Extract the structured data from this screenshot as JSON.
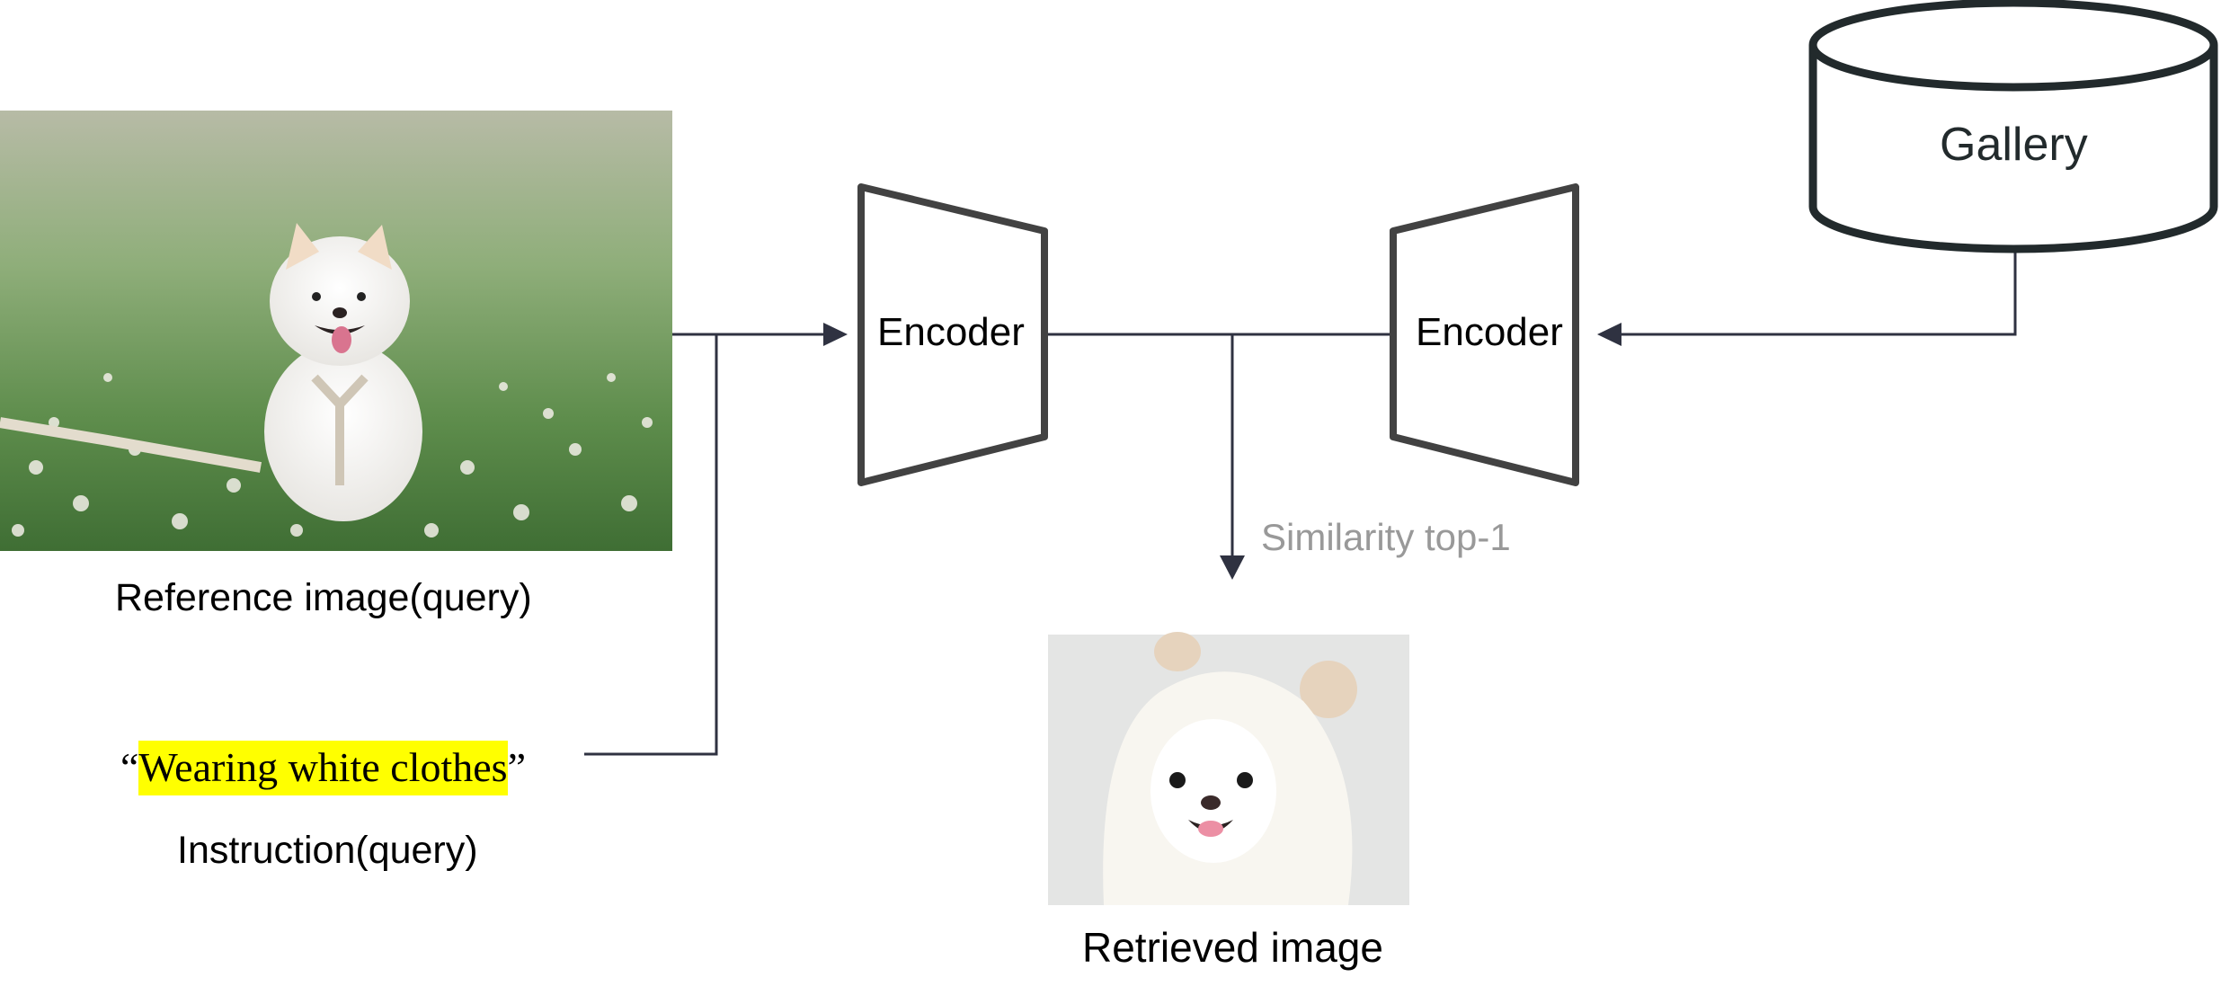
{
  "diagram": {
    "reference_image": {
      "label": "Reference image(query)",
      "description": "White Pomeranian sitting in a field of clover"
    },
    "instruction": {
      "open_quote": "“",
      "text": "Wearing white clothes",
      "close_quote": "”",
      "label": "Instruction(query)",
      "highlight_color": "#ffff00"
    },
    "query_encoder": {
      "label": "Encoder"
    },
    "gallery_encoder": {
      "label": "Encoder"
    },
    "gallery": {
      "label": "Gallery"
    },
    "similarity": {
      "label": "Similarity top-1"
    },
    "retrieved_image": {
      "label": "Retrieved image",
      "description": "White dog wearing a white fleece hoodie with beige ears"
    },
    "colors": {
      "connector": "#2f3241",
      "encoder_stroke": "#424242",
      "gallery_stroke": "#222a2c",
      "similarity_text": "#999999"
    }
  }
}
